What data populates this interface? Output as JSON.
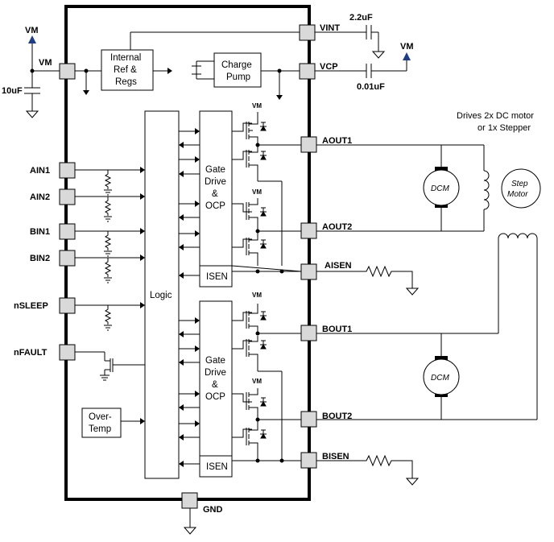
{
  "pins": {
    "vm": "VM",
    "vint": "VINT",
    "vcp": "VCP",
    "ain1": "AIN1",
    "ain2": "AIN2",
    "bin1": "BIN1",
    "bin2": "BIN2",
    "nsleep": "nSLEEP",
    "nfault": "nFAULT",
    "aout1": "AOUT1",
    "aout2": "AOUT2",
    "aisen": "AISEN",
    "bout1": "BOUT1",
    "bout2": "BOUT2",
    "bisen": "BISEN",
    "gnd": "GND"
  },
  "supply": {
    "vm_top": "VM",
    "vm_right": "VM",
    "mosfet_vm_1": "VM",
    "mosfet_vm_2": "VM",
    "mosfet_vm_3": "VM",
    "mosfet_vm_4": "VM"
  },
  "components": {
    "cap_vm": "10uF",
    "cap_vint": "2.2uF",
    "cap_vcp": "0.01uF"
  },
  "blocks": {
    "ref_line1": "Internal",
    "ref_line2": "Ref &",
    "ref_line3": "Regs",
    "cp_line1": "Charge",
    "cp_line2": "Pump",
    "logic": "Logic",
    "gd_line1": "Gate",
    "gd_line2": "Drive",
    "gd_line3": "&",
    "gd_line4": "OCP",
    "isen": "ISEN",
    "ot_line1": "Over-",
    "ot_line2": "Temp"
  },
  "external": {
    "note_line1": "Drives 2x DC motor",
    "note_line2": "or 1x Stepper",
    "dcm": "DCM",
    "step_line1": "Step",
    "step_line2": "Motor"
  }
}
